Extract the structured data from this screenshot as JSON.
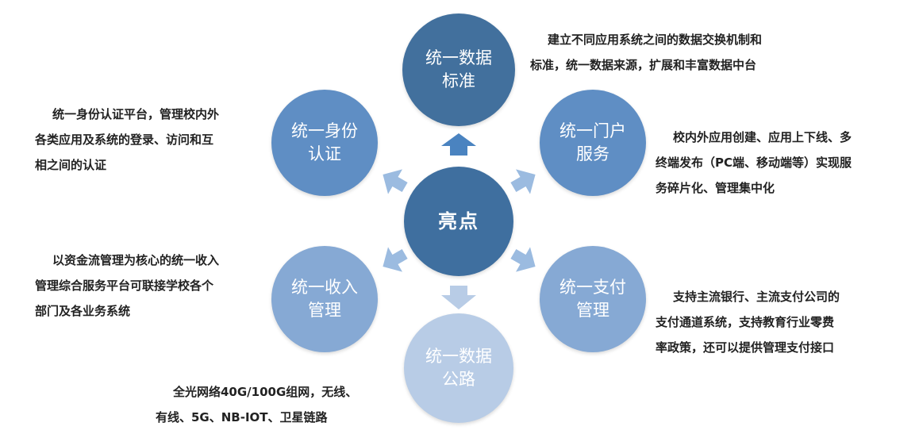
{
  "colors": {
    "center": "#3f6f9f",
    "top": "#42709d",
    "upper": "#5f8ec4",
    "lower": "#86a9d4",
    "bottom": "#b8cce6",
    "arrow_top": "#4a83c0",
    "arrow_side": "#9bbbe0",
    "arrow_bottom": "#b8cce6"
  },
  "center": {
    "label": "亮点"
  },
  "nodes": {
    "top": {
      "line1": "统一数据",
      "line2": "标准"
    },
    "upper_left": {
      "line1": "统一身份",
      "line2": "认证"
    },
    "upper_right": {
      "line1": "统一门户",
      "line2": "服务"
    },
    "lower_left": {
      "line1": "统一收入",
      "line2": "管理"
    },
    "lower_right": {
      "line1": "统一支付",
      "line2": "管理"
    },
    "bottom": {
      "line1": "统一数据",
      "line2": "公路"
    }
  },
  "descriptions": {
    "top": {
      "line1": "建立不同应用系统之间的数据交换机制和",
      "line2": "标准，统一数据来源，扩展和丰富数据中台"
    },
    "upper_left": {
      "line1": "统一身份认证平台，管理校内外",
      "line2": "各类应用及系统的登录、访问和互",
      "line3": "相之间的认证"
    },
    "upper_right": {
      "line1": "校内外应用创建、应用上下线、多",
      "line2": "终端发布（PC端、移动端等）实现服",
      "line3": "务碎片化、管理集中化"
    },
    "lower_left": {
      "line1": "以资金流管理为核心的统一收入",
      "line2": "管理综合服务平台可联接学校各个",
      "line3": "部门及各业务系统"
    },
    "lower_right": {
      "line1": "支持主流银行、主流支付公司的",
      "line2": "支付通道系统，支持教育行业零费",
      "line3": "率政策，还可以提供管理支付接口"
    },
    "bottom": {
      "line1": "全光网络40G/100G组网，无线、",
      "line2": "有线、5G、NB-IOT、卫星链路"
    }
  }
}
